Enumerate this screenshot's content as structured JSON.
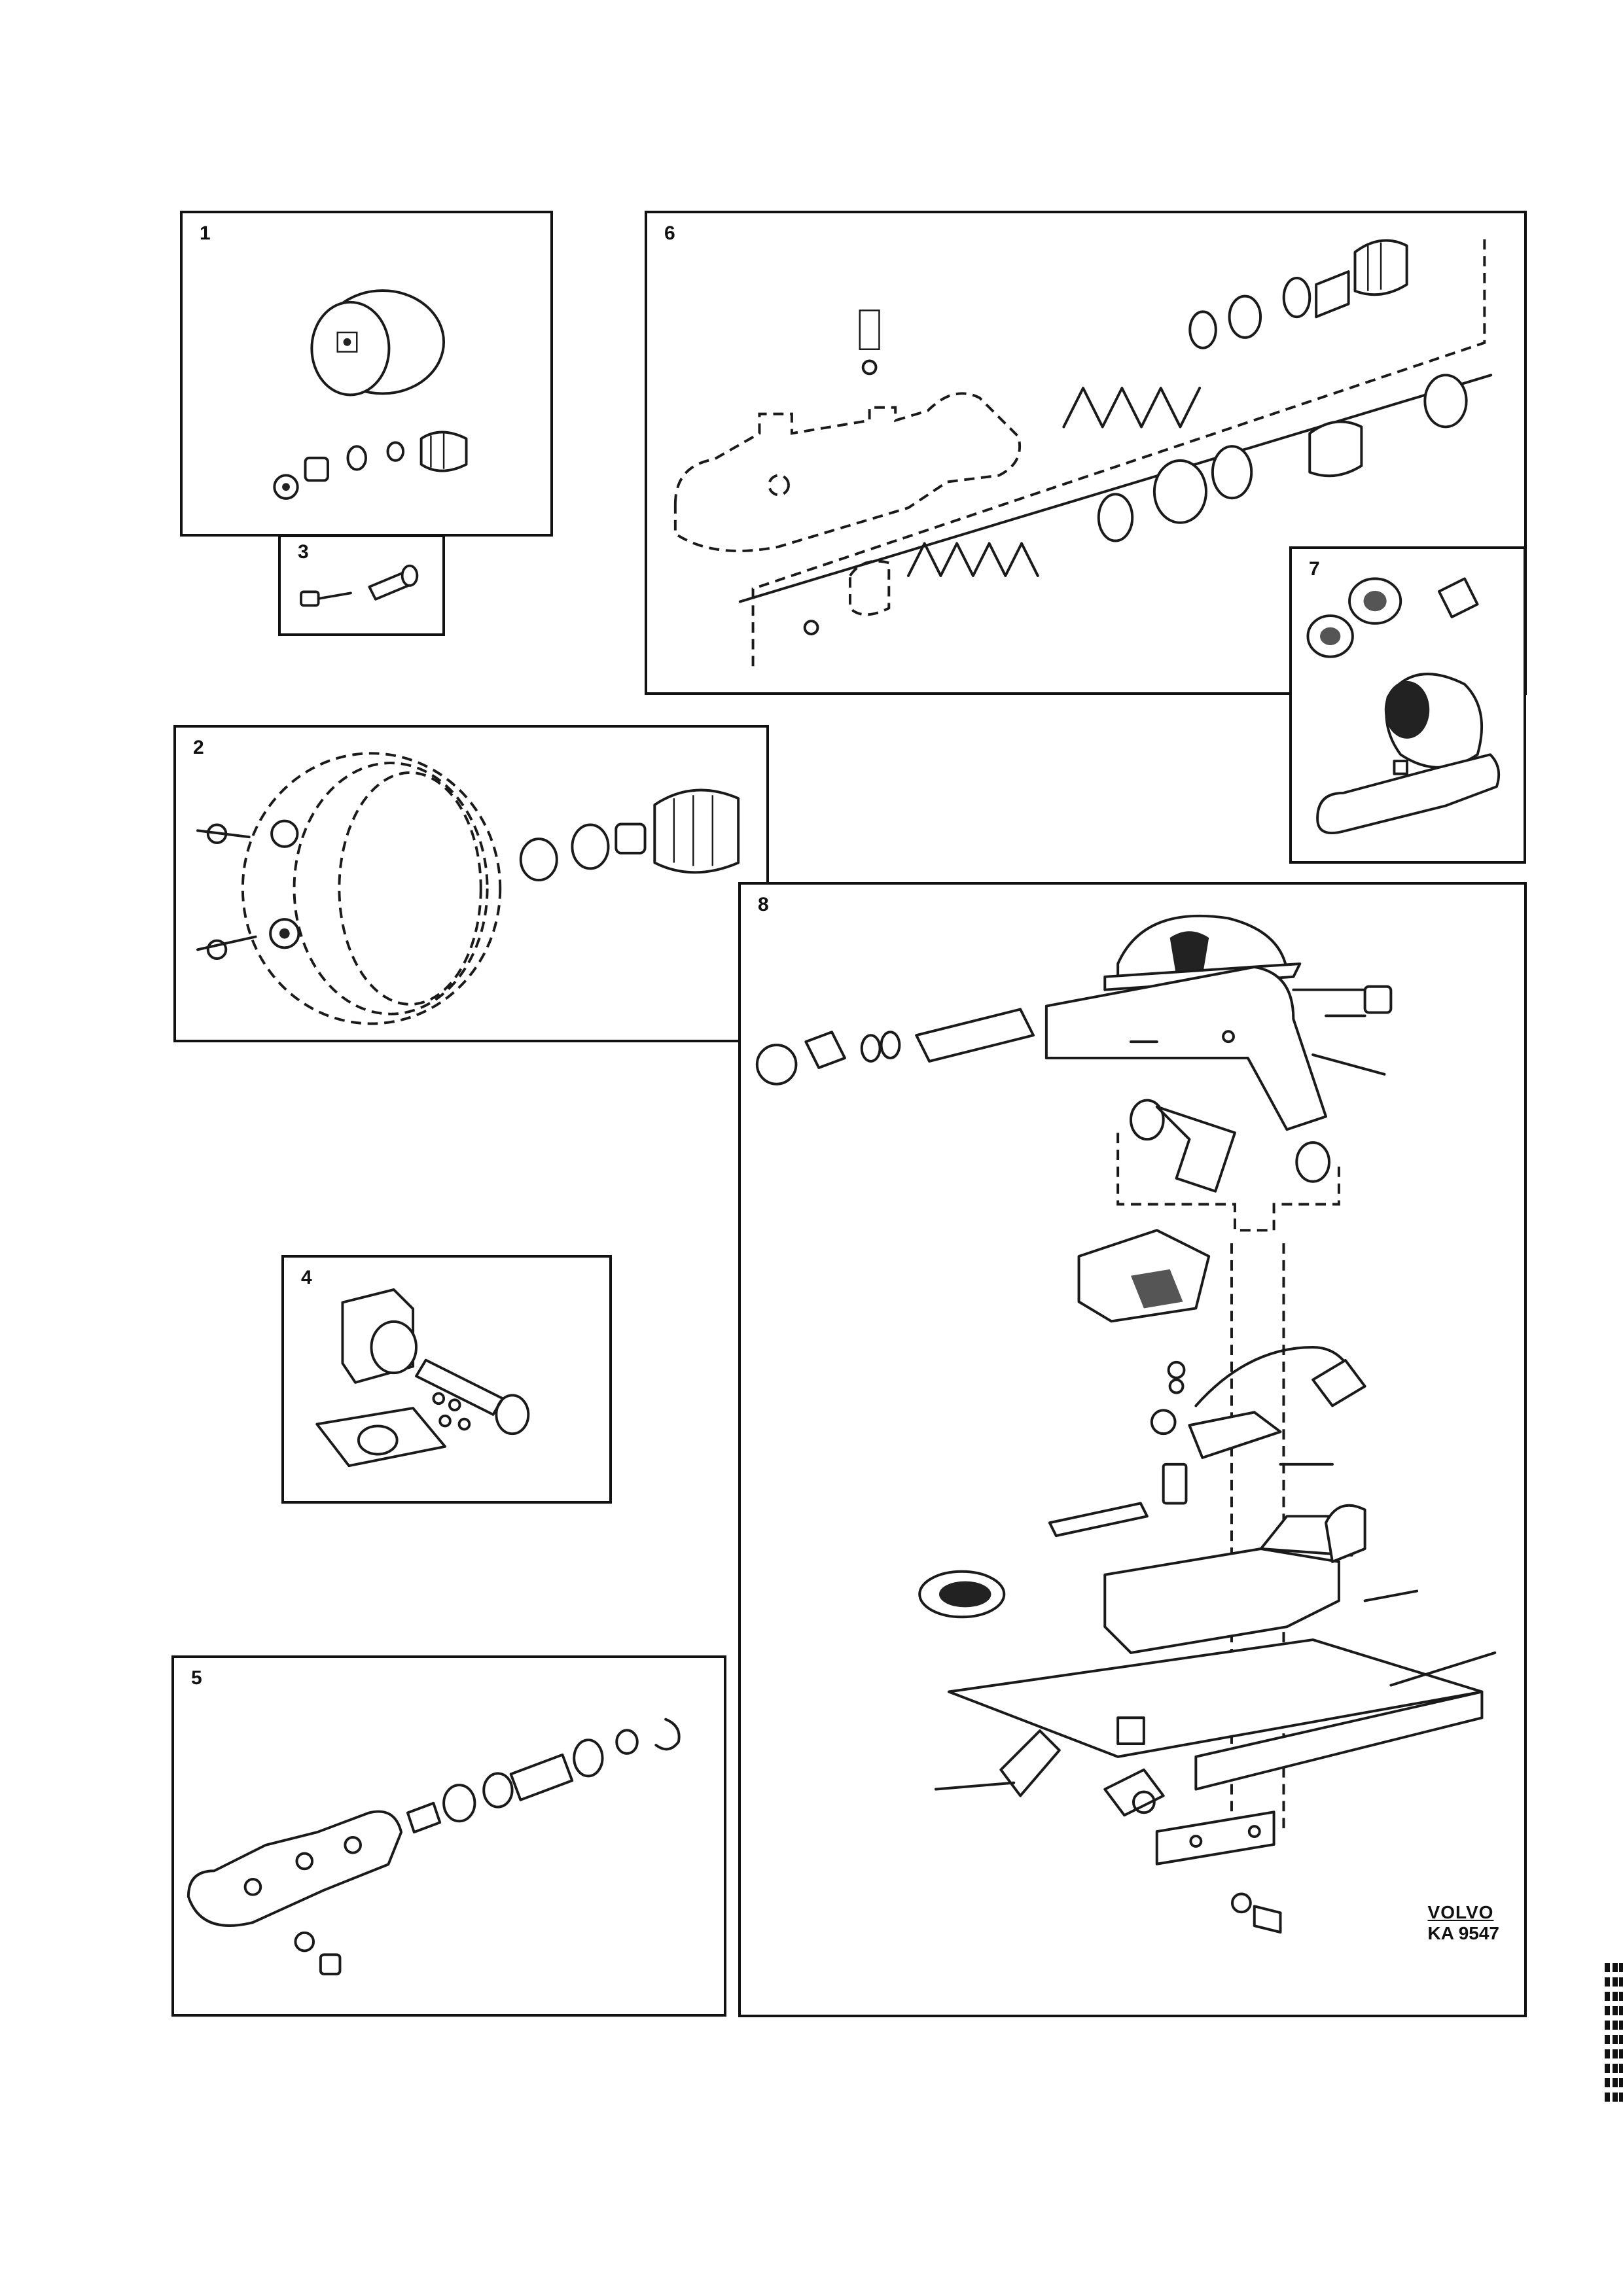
{
  "panels": [
    {
      "number": "1"
    },
    {
      "number": "2"
    },
    {
      "number": "3"
    },
    {
      "number": "4"
    },
    {
      "number": "5"
    },
    {
      "number": "6"
    },
    {
      "number": "7"
    },
    {
      "number": "8"
    }
  ],
  "reference": {
    "brand": "VOLVO",
    "code": "KA 9547"
  },
  "icons": {
    "edge_marks": "index-tab-marks-icon"
  }
}
